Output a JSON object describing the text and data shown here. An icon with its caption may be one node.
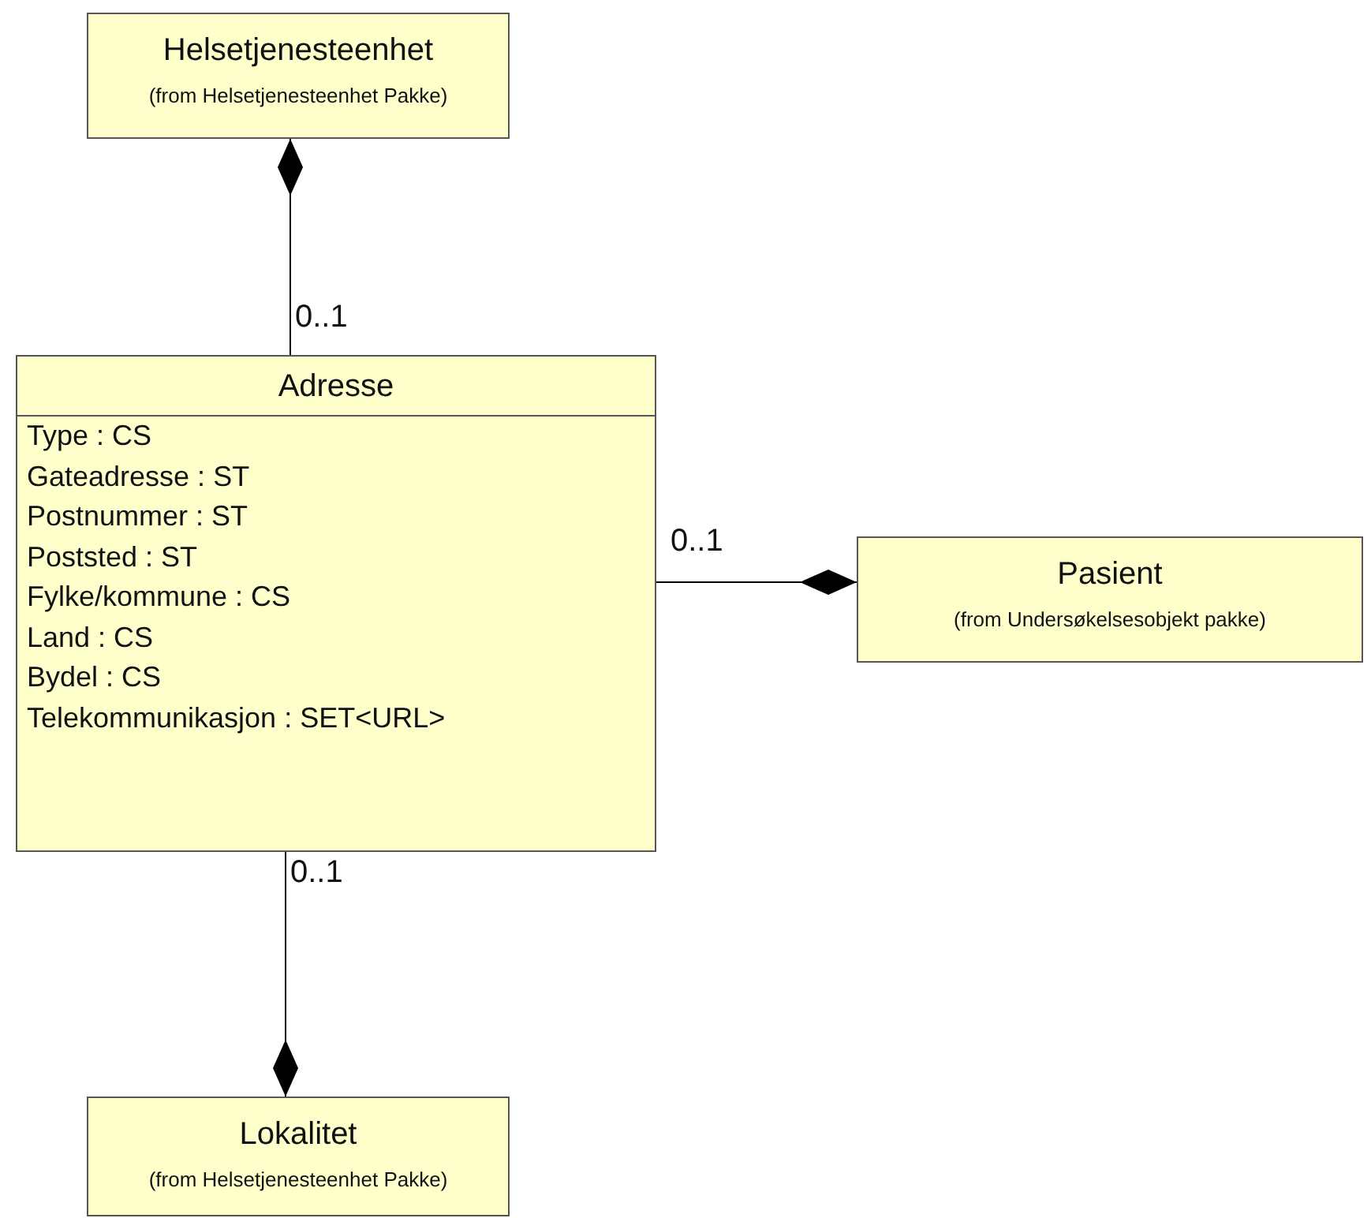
{
  "diagram": {
    "nodes": [
      {
        "text": [
          "Helsetjenesteenhet",
          "(from Helsetjenesteenhet Pakke)"
        ]
      },
      {
        "text": [
          "Adresse",
          "Type : CS",
          "Gateadresse : ST",
          "Postnummer : ST",
          "Poststed : ST",
          "Fylke/kommune : CS",
          "Land : CS",
          "Bydel : CS",
          "Telekommunikasjon : SET<URL>"
        ]
      },
      {
        "text": [
          "Pasient",
          "(from Undersøkelsesobjekt pakke)"
        ]
      },
      {
        "text": [
          "Lokalitet",
          "(from Helsetjenesteenhet Pakke)"
        ]
      }
    ],
    "edges": [
      {
        "from": 0,
        "to": 1,
        "arrow": "other",
        "label": "0..1"
      },
      {
        "from": 2,
        "to": 1,
        "arrow": "other",
        "label": "0..1"
      },
      {
        "from": 3,
        "to": 1,
        "arrow": "other",
        "label": "0..1"
      }
    ]
  }
}
